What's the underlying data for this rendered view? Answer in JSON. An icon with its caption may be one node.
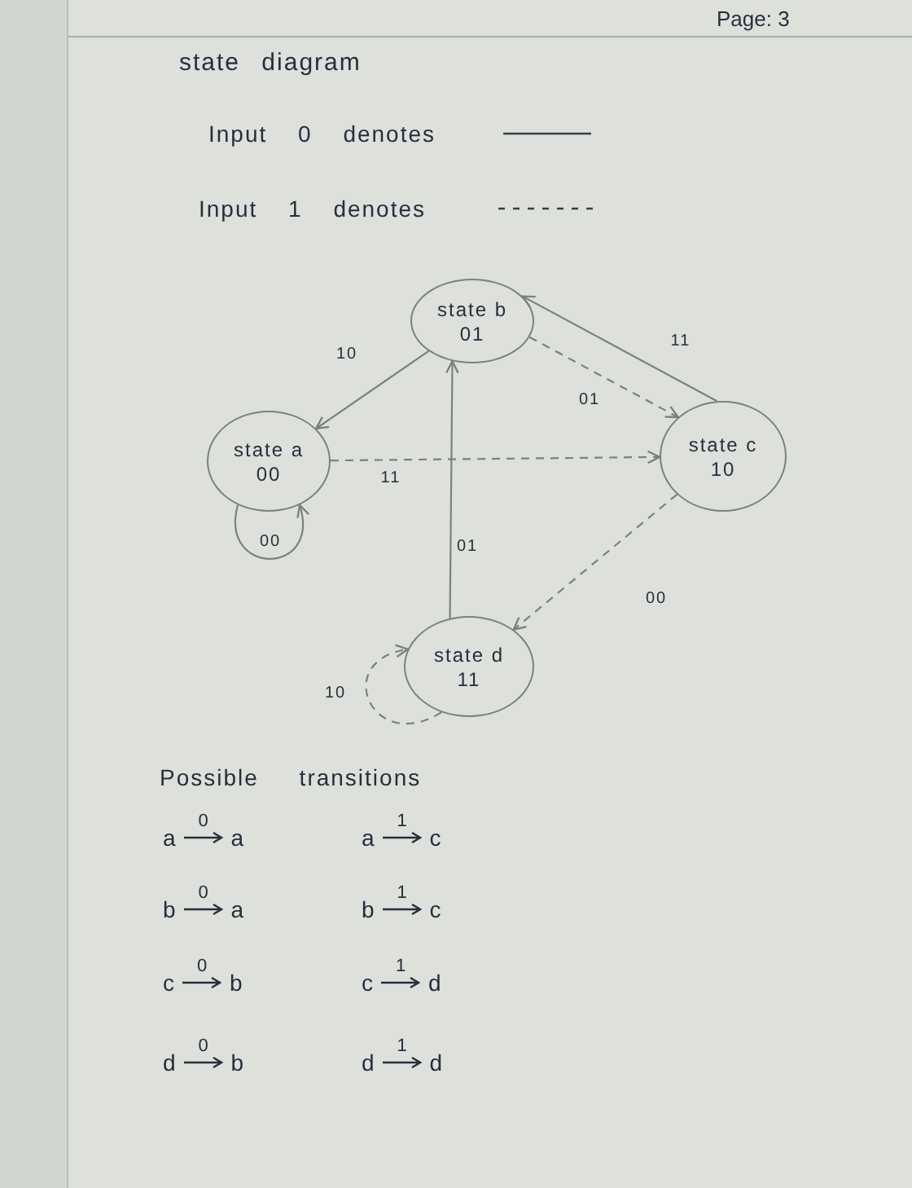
{
  "diagram": {
    "title": "state diagram",
    "nodes": [
      {
        "text": [
          "state b",
          "01"
        ]
      },
      {
        "text": [
          "state a",
          "00"
        ]
      },
      {
        "text": [
          "state c",
          "10"
        ]
      },
      {
        "text": [
          "state d",
          "11"
        ]
      }
    ],
    "edges": [
      {
        "from": 0,
        "to": 1,
        "arrow": "to",
        "label": "10"
      },
      {
        "from": 2,
        "to": 0,
        "arrow": "to",
        "label": "11"
      },
      {
        "from": 0,
        "to": 2,
        "arrow": "to",
        "label": "01",
        "style": "dashed"
      },
      {
        "from": 1,
        "to": 2,
        "arrow": "to",
        "label": "11",
        "style": "dashed"
      },
      {
        "from": 1,
        "to": 1,
        "arrow": "to",
        "label": "00"
      },
      {
        "from": 3,
        "to": 0,
        "arrow": "to",
        "label": "01"
      },
      {
        "from": 2,
        "to": 3,
        "arrow": "to",
        "label": "00",
        "style": "dashed"
      },
      {
        "from": 3,
        "to": 3,
        "arrow": "to",
        "label": "10",
        "style": "dashed"
      }
    ],
    "labels": [
      "Page: 3",
      "Possible transitions",
      "a",
      "0",
      "a",
      "a",
      "1",
      "c",
      "b",
      "0",
      "a",
      "b",
      "1",
      "c",
      "c",
      "0",
      "b",
      "c",
      "1",
      "d",
      "d",
      "0",
      "b",
      "d",
      "1",
      "d"
    ],
    "legend": [
      {
        "text": "Input 0 denotes"
      },
      {
        "text": "Input 1 denotes"
      }
    ]
  }
}
